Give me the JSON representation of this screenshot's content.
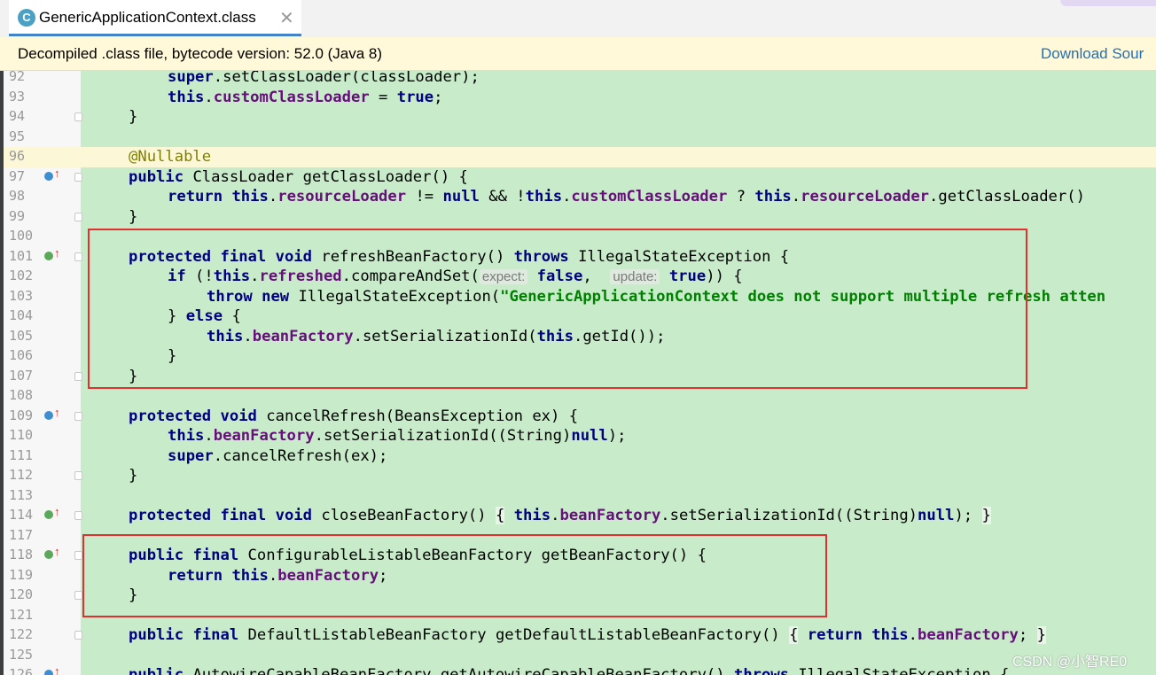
{
  "tab": {
    "icon": "C",
    "title": "GenericApplicationContext.class",
    "close": "✕"
  },
  "banner": {
    "text": "Decompiled .class file, bytecode version: 52.0 (Java 8)",
    "link": "Download Sour"
  },
  "lines": [
    {
      "num": "92"
    },
    {
      "num": "93"
    },
    {
      "num": "94"
    },
    {
      "num": "95"
    },
    {
      "num": "96"
    },
    {
      "num": "97"
    },
    {
      "num": "98"
    },
    {
      "num": "99"
    },
    {
      "num": "100"
    },
    {
      "num": "101"
    },
    {
      "num": "102"
    },
    {
      "num": "103"
    },
    {
      "num": "104"
    },
    {
      "num": "105"
    },
    {
      "num": "106"
    },
    {
      "num": "107"
    },
    {
      "num": "108"
    },
    {
      "num": "109"
    },
    {
      "num": "110"
    },
    {
      "num": "111"
    },
    {
      "num": "112"
    },
    {
      "num": "113"
    },
    {
      "num": "114"
    },
    {
      "num": "117"
    },
    {
      "num": "118"
    },
    {
      "num": "119"
    },
    {
      "num": "120"
    },
    {
      "num": "121"
    },
    {
      "num": "122"
    },
    {
      "num": "125"
    },
    {
      "num": "126"
    }
  ],
  "code": {
    "l92": [
      "super",
      ".setClassLoader(classLoader);"
    ],
    "l93": [
      "this",
      ".",
      "customClassLoader",
      " = ",
      "true",
      ";"
    ],
    "l94": "}",
    "l96": "@Nullable",
    "l97": [
      "public",
      " ClassLoader getClassLoader() {"
    ],
    "l98": [
      "return",
      "this",
      ".",
      "resourceLoader",
      " != ",
      "null",
      " && !",
      "this",
      ".",
      "customClassLoader",
      " ? ",
      "this",
      ".",
      "resourceLoader",
      ".getClassLoader()"
    ],
    "l99": "}",
    "l101": [
      "protected",
      "final",
      "void",
      " refreshBeanFactory() ",
      "throws",
      " IllegalStateException {"
    ],
    "l102": [
      "if",
      " (!",
      "this",
      ".",
      "refreshed",
      ".compareAndSet(",
      "expect:",
      "false",
      ",",
      "update:",
      "true",
      ")) {"
    ],
    "l103": [
      "throw",
      "new",
      " IllegalStateException(",
      "\"GenericApplicationContext does not support multiple refresh atten"
    ],
    "l104": [
      "} ",
      "else",
      " {"
    ],
    "l105": [
      "this",
      ".",
      "beanFactory",
      ".setSerializationId(",
      "this",
      ".getId());"
    ],
    "l106": "}",
    "l107": "}",
    "l109": [
      "protected",
      "void",
      " cancelRefresh(BeansException ex) {"
    ],
    "l110": [
      "this",
      ".",
      "beanFactory",
      ".setSerializationId((String)",
      "null",
      ");"
    ],
    "l111": [
      "super",
      ".cancelRefresh(ex);"
    ],
    "l112": "}",
    "l114": [
      "protected",
      "final",
      "void",
      " closeBeanFactory() ",
      "{",
      "this",
      ".",
      "beanFactory",
      ".setSerializationId((String)",
      "null",
      ");",
      "}"
    ],
    "l118": [
      "public",
      "final",
      " ConfigurableListableBeanFactory getBeanFactory() {"
    ],
    "l119": [
      "return",
      "this",
      ".",
      "beanFactory",
      ";"
    ],
    "l120": "}",
    "l122": [
      "public",
      "final",
      " DefaultListableBeanFactory getDefaultListableBeanFactory() ",
      "{",
      "return",
      "this",
      ".",
      "beanFactory",
      ";",
      "}"
    ],
    "l126": [
      "public",
      " AutowireCapableBeanFactory getAutowireCapableBeanFactory() ",
      "throws",
      " IllegalStateException {"
    ]
  },
  "colors": {
    "code_bg": "#c8ecca",
    "highlight_line": "#fcf8d7",
    "keyword": "#000080",
    "field": "#660e7a",
    "string": "#008000",
    "annotation": "#808000",
    "box": "#e03030"
  },
  "watermark": "CSDN @小智RE0"
}
